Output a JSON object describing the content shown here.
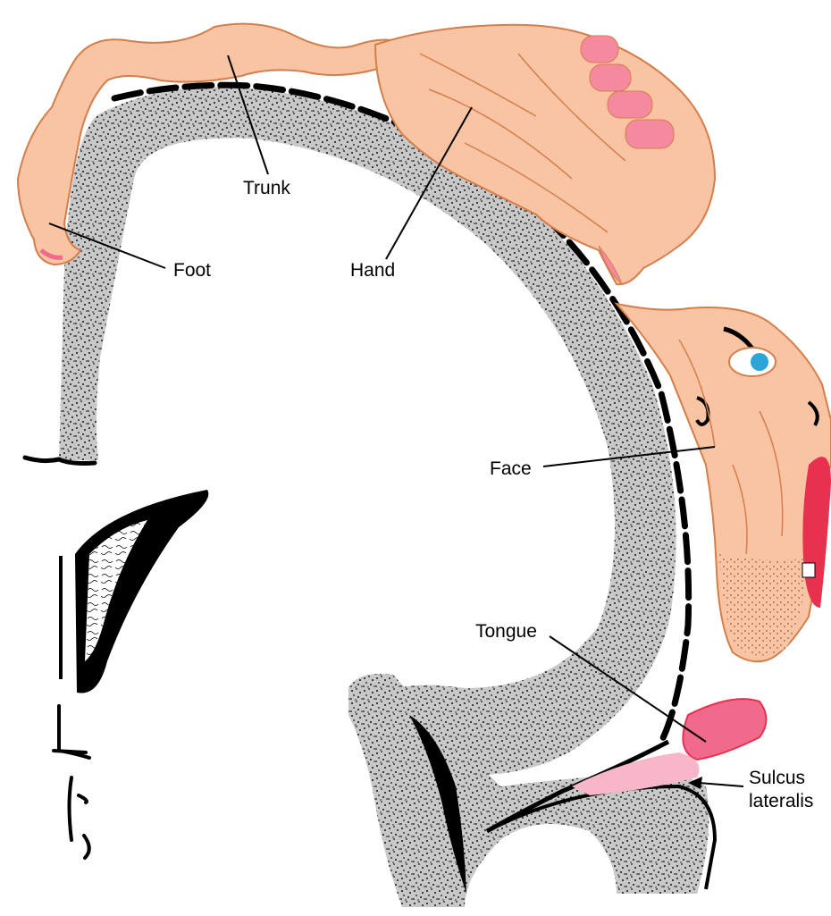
{
  "labels": {
    "trunk": "Trunk",
    "foot": "Foot",
    "hand": "Hand",
    "face": "Face",
    "tongue": "Tongue",
    "sulcus_line1": "Sulcus",
    "sulcus_line2": "lateralis"
  },
  "colors": {
    "skin": "#f9c4a4",
    "skin_outline": "#d47e4a",
    "pink": "#f06b8b",
    "pale_pink": "#f7b7c8",
    "cortex": "#c8c8c8",
    "ink": "#000000",
    "eye": "#2ba4d8"
  }
}
